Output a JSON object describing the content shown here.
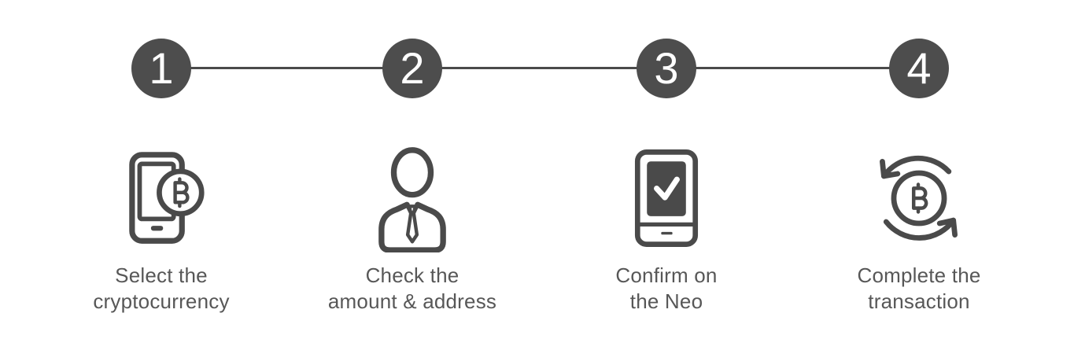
{
  "theme": {
    "bg": "#ffffff",
    "circle": "#4d4d4d",
    "number": "#ffffff",
    "line": "#4a4a4a",
    "icon": "#4a4a4a",
    "text": "#575757"
  },
  "stepper": {
    "steps": [
      {
        "number": "1",
        "icon": "phone-bitcoin-icon",
        "label_line1": "Select the",
        "label_line2": "cryptocurrency"
      },
      {
        "number": "2",
        "icon": "person-tie-icon",
        "label_line1": "Check the",
        "label_line2": "amount & address"
      },
      {
        "number": "3",
        "icon": "phone-check-icon",
        "label_line1": "Confirm on",
        "label_line2": "the Neo"
      },
      {
        "number": "4",
        "icon": "bitcoin-cycle-icon",
        "label_line1": "Complete the",
        "label_line2": "transaction"
      }
    ]
  }
}
